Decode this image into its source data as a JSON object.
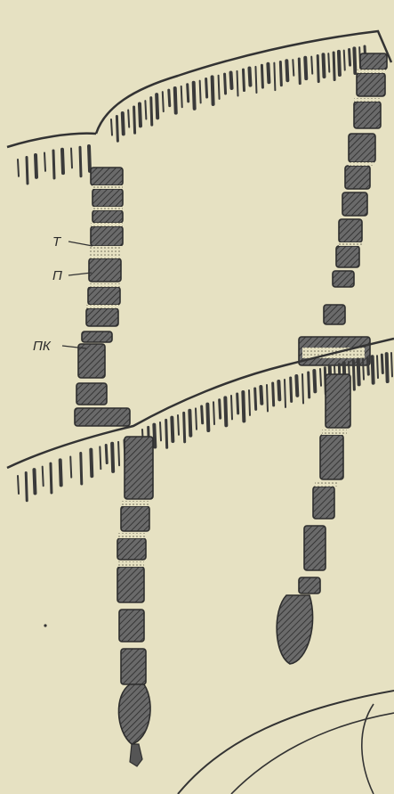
{
  "figure": {
    "labels": {
      "t": "Т",
      "p": "П",
      "pk": "ПК"
    }
  },
  "colors": {
    "paper": "#e6e1c2",
    "ink": "#333333",
    "segment_fill": "#5e5e5e",
    "hatch": "#2a2a2a"
  }
}
